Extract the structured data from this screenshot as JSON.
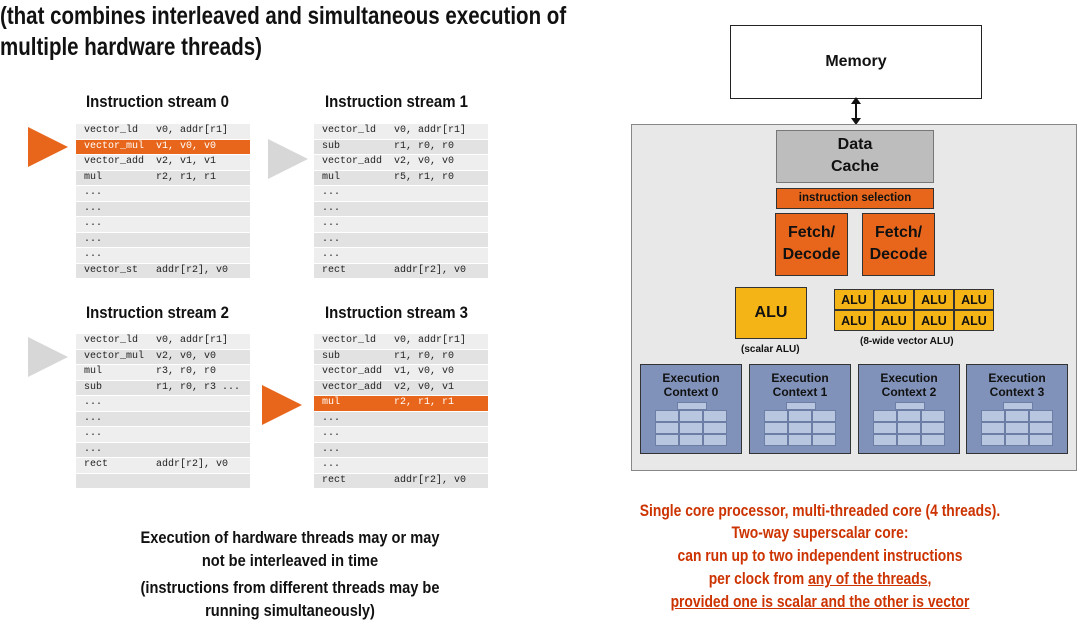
{
  "heading": {
    "line1": "(that combines interleaved and simultaneous execution of",
    "line2": "multiple hardware threads)"
  },
  "streams": [
    {
      "title": "Instruction stream 0",
      "rows": [
        {
          "op": "vector_ld",
          "args": "v0, addr[r1]"
        },
        {
          "op": "vector_mul",
          "args": "v1, v0, v0"
        },
        {
          "op": "vector_add",
          "args": "v2, v1, v1"
        },
        {
          "op": "mul",
          "args": "r2, r1, r1"
        },
        {
          "op": "...",
          "args": ""
        },
        {
          "op": "...",
          "args": ""
        },
        {
          "op": "...",
          "args": ""
        },
        {
          "op": "...",
          "args": ""
        },
        {
          "op": "...",
          "args": ""
        },
        {
          "op": "vector_st",
          "args": "addr[r2], v0"
        }
      ]
    },
    {
      "title": "Instruction stream 1",
      "rows": [
        {
          "op": "vector_ld",
          "args": "v0, addr[r1]"
        },
        {
          "op": "sub",
          "args": "r1, r0, r0"
        },
        {
          "op": "vector_add",
          "args": "v2, v0, v0"
        },
        {
          "op": "mul",
          "args": "r5, r1, r0"
        },
        {
          "op": "...",
          "args": ""
        },
        {
          "op": "...",
          "args": ""
        },
        {
          "op": "...",
          "args": ""
        },
        {
          "op": "...",
          "args": ""
        },
        {
          "op": "...",
          "args": ""
        },
        {
          "op": "rect",
          "args": "addr[r2], v0"
        }
      ]
    },
    {
      "title": "Instruction stream 2",
      "rows": [
        {
          "op": "vector_ld",
          "args": "v0, addr[r1]"
        },
        {
          "op": "vector_mul",
          "args": "v2, v0, v0"
        },
        {
          "op": "mul",
          "args": "r3, r0, r0"
        },
        {
          "op": "sub",
          "args": "r1, r0, r3 ..."
        },
        {
          "op": "...",
          "args": ""
        },
        {
          "op": "...",
          "args": ""
        },
        {
          "op": "...",
          "args": ""
        },
        {
          "op": "...",
          "args": ""
        },
        {
          "op": "rect",
          "args": "addr[r2], v0"
        },
        {
          "op": "",
          "args": ""
        }
      ]
    },
    {
      "title": "Instruction stream 3",
      "rows": [
        {
          "op": "vector_ld",
          "args": "v0, addr[r1]"
        },
        {
          "op": "sub",
          "args": "r1, r0, r0"
        },
        {
          "op": "vector_add",
          "args": "v1, v0, v0"
        },
        {
          "op": "vector_add",
          "args": "v2, v0, v1"
        },
        {
          "op": "mul",
          "args": "r2, r1, r1"
        },
        {
          "op": "...",
          "args": ""
        },
        {
          "op": "...",
          "args": ""
        },
        {
          "op": "...",
          "args": ""
        },
        {
          "op": "...",
          "args": ""
        },
        {
          "op": "rect",
          "args": "addr[r2], v0"
        }
      ]
    }
  ],
  "highlights": {
    "stream0_row": 1,
    "stream3_row": 4
  },
  "note": {
    "line1": "Execution of hardware threads may or may",
    "line2": "not be interleaved in time",
    "line3": "(instructions from different threads may be",
    "line4": "running simultaneously)"
  },
  "diagram": {
    "memory": "Memory",
    "cache_line1": "Data",
    "cache_line2": "Cache",
    "selection": "instruction selection",
    "fetch_line1": "Fetch/",
    "fetch_line2": "Decode",
    "alu": "ALU",
    "scalar_caption": "(scalar ALU)",
    "vector_caption": "(8-wide vector ALU)",
    "vector_alus": [
      "ALU",
      "ALU",
      "ALU",
      "ALU",
      "ALU",
      "ALU",
      "ALU",
      "ALU"
    ],
    "contexts": [
      {
        "line1": "Execution",
        "line2": "Context 0"
      },
      {
        "line1": "Execution",
        "line2": "Context 1"
      },
      {
        "line1": "Execution",
        "line2": "Context 2"
      },
      {
        "line1": "Execution",
        "line2": "Context 3"
      }
    ]
  },
  "summary": {
    "line1": "Single core processor, multi-threaded core (4 threads).",
    "line2": "Two-way superscalar core:",
    "line3": "can run up to two independent instructions",
    "line4a": "per clock from ",
    "line4b": "any of the threads,",
    "line5": "provided one is scalar and the other is vector"
  },
  "colors": {
    "accent_orange": "#e8661b",
    "alu_yellow": "#f5b415",
    "context_blue": "#8092ba",
    "summary_red": "#cc3300"
  }
}
